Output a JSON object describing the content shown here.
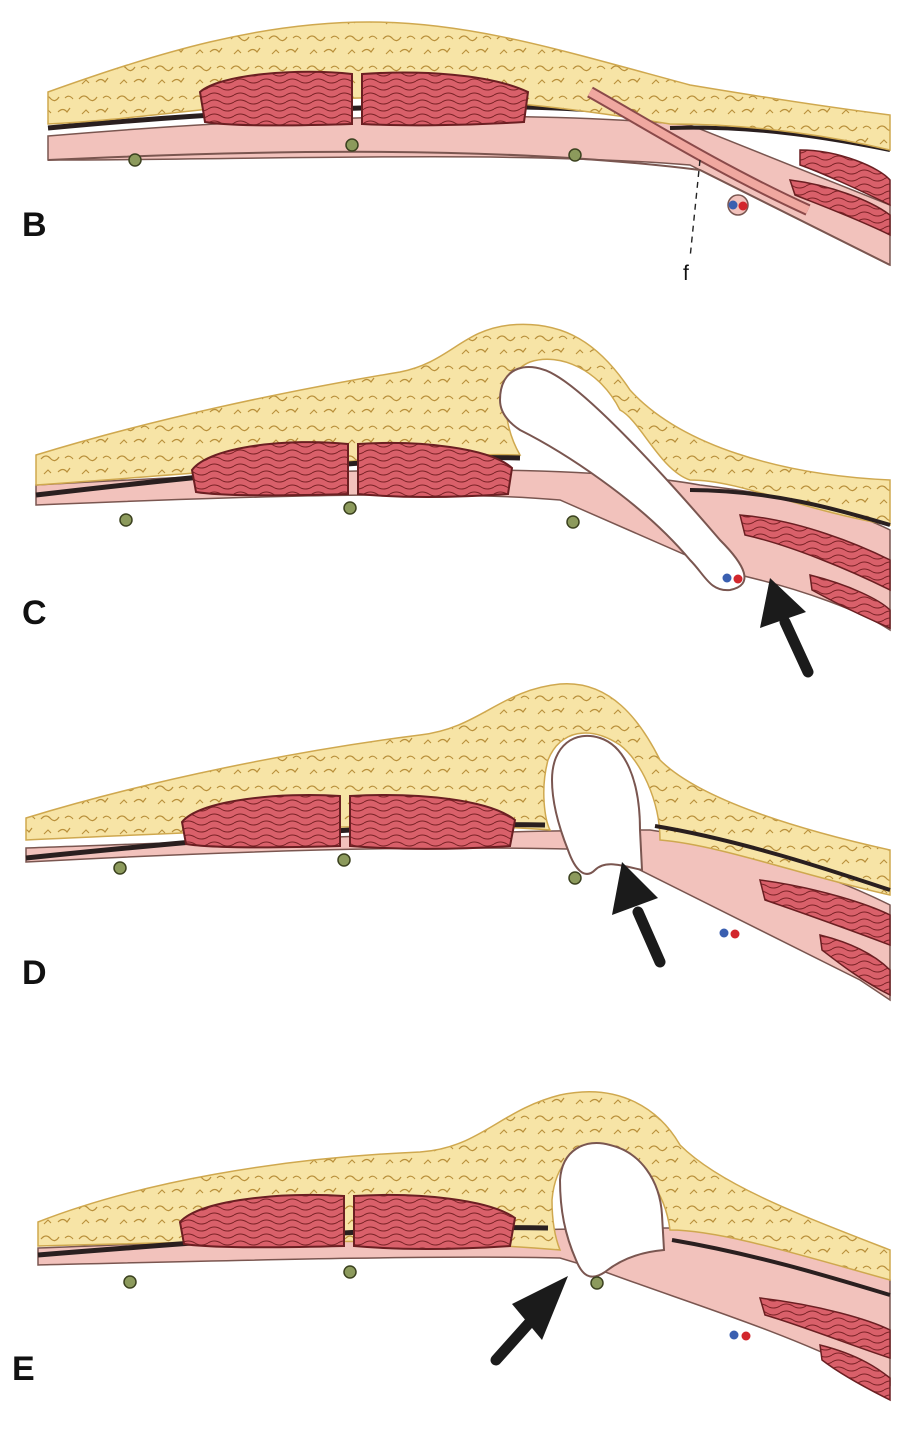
{
  "panels": [
    {
      "id": "B",
      "label": "B"
    },
    {
      "id": "C",
      "label": "C"
    },
    {
      "id": "D",
      "label": "D"
    },
    {
      "id": "E",
      "label": "E"
    }
  ],
  "annotations": {
    "f_label": "f"
  },
  "colors": {
    "background": "#ffffff",
    "fat": "#f7e4a6",
    "fat_edge": "#cfa84f",
    "muscle": "#d9606a",
    "muscle_edge": "#6b1f22",
    "fascia_dark": "#2a1f1f",
    "peritoneum_pink": "#f2c2bc",
    "peritoneum_edge": "#7a5650",
    "vessel_olive": "#8c9a5c",
    "vein_blue": "#3a5fb0",
    "artery_red": "#d2262c",
    "arrow": "#1b1b1b"
  }
}
